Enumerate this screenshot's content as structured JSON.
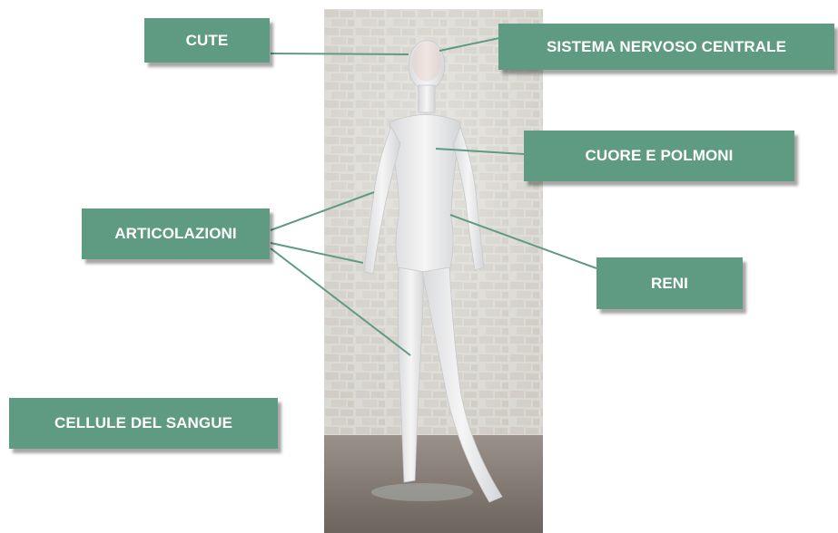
{
  "theme": {
    "label_color": "#5f9b83",
    "line_color": "#5f9b83",
    "wall_color": "#d8d7d1",
    "brick_color": "#bdb8ad",
    "floor_color": "#8a8079",
    "figure_color": "#eeeeee"
  },
  "figure": {
    "subject": "mannequin-photo"
  },
  "labels": {
    "cute": "CUTE",
    "sistema_nervoso": "SISTEMA NERVOSO CENTRALE",
    "cuore_polmoni": "CUORE E POLMONI",
    "articolazioni": "ARTICOLAZIONI",
    "reni": "RENI",
    "cellule_sangue": "CELLULE DEL SANGUE"
  }
}
